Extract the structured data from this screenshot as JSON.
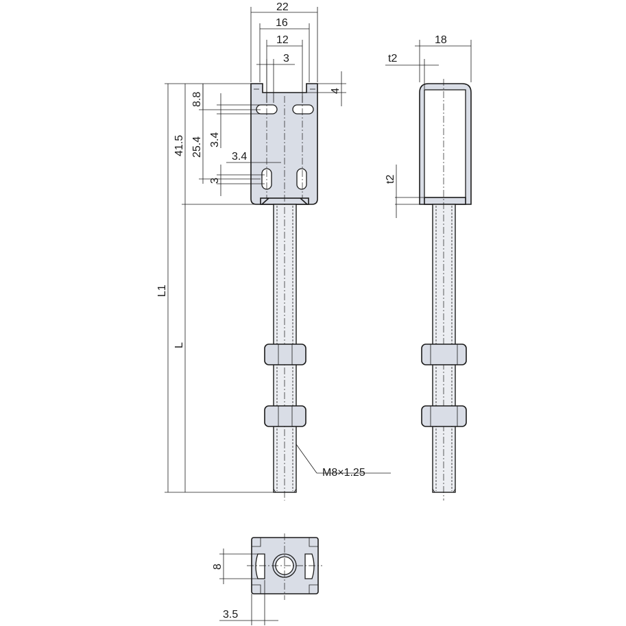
{
  "drawing": {
    "front_view": {
      "width_22": "22",
      "width_16": "16",
      "width_12": "12",
      "width_3": "3",
      "top_4": "4",
      "height_41_5": "41.5",
      "slot_8_8": "8.8",
      "height_25_4": "25.4",
      "slot_3_4_vertical": "3.4",
      "slot_3_4_horizontal": "3.4",
      "slot_3": "3",
      "length_L1": "L1",
      "length_L": "L",
      "thread_label": "M8×1.25"
    },
    "side_view": {
      "width_18": "18",
      "thickness_top": "t2",
      "thickness_side": "t2"
    },
    "bottom_view": {
      "height_8": "8",
      "offset_3_5": "3.5"
    }
  }
}
